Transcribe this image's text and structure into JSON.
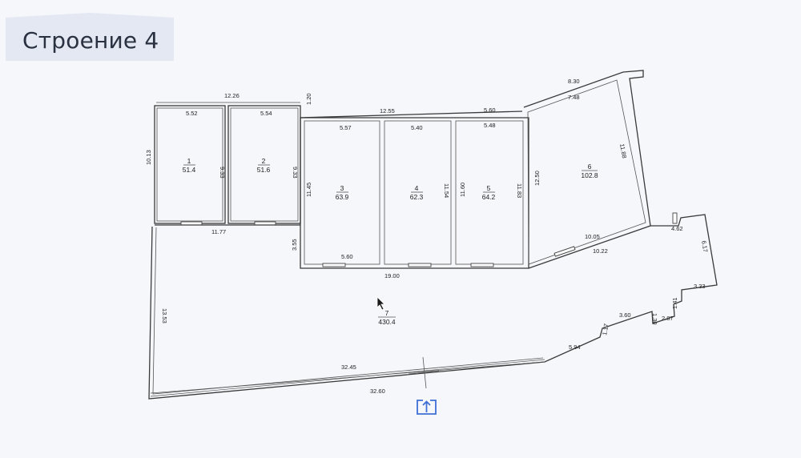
{
  "page": {
    "title": "Строение 4"
  },
  "rooms": [
    {
      "number": "1",
      "area": "51.4"
    },
    {
      "number": "2",
      "area": "51.6"
    },
    {
      "number": "3",
      "area": "63.9"
    },
    {
      "number": "4",
      "area": "62.3"
    },
    {
      "number": "5",
      "area": "64.2"
    },
    {
      "number": "6",
      "area": "102.8"
    },
    {
      "number": "7",
      "area": "430.4"
    }
  ],
  "dimensions": {
    "top_12_26": "12.26",
    "r1_top": "5.52",
    "r2_top": "5.54",
    "d_1_20": "1.20",
    "top_12_55": "12.55",
    "top_5_60": "5.60",
    "r6_8_30": "8.30",
    "r6_7_48": "7.48",
    "r1_left": "10.13",
    "r1_right": "9.33",
    "r2_right": "9.33",
    "r3_top": "5.57",
    "r4_top": "5.40",
    "r5_top": "5.48",
    "r3_left": "11.45",
    "r4_right": "11.54",
    "r5_left": "11.60",
    "r5_right": "11.83",
    "r6_left": "12.50",
    "r6_right": "11.88",
    "mid_11_77": "11.77",
    "d_3_55": "3.55",
    "r3_bottom": "5.60",
    "bottom_19_00": "19.00",
    "r6_10_05": "10.05",
    "r6_10_22": "10.22",
    "e_4_62": "4.62",
    "e_6_17": "6.17",
    "e_3_33": "3.33",
    "e_1_41": "1.41",
    "e_3_60": "3.60",
    "e_1_30": "1.30",
    "e_2_87": "2.87",
    "e_1_17": "1.17",
    "e_5_94": "5.94",
    "left_13_53": "13.53",
    "bot_32_45": "32.45",
    "bot_32_60": "32.60"
  },
  "colors": {
    "background": "#f6f7fb",
    "title_tab": "#e3e8f3",
    "upload_icon": "#3d6fd6"
  },
  "icons": {
    "upload": "upload-icon",
    "cursor": "mouse-pointer-icon"
  }
}
